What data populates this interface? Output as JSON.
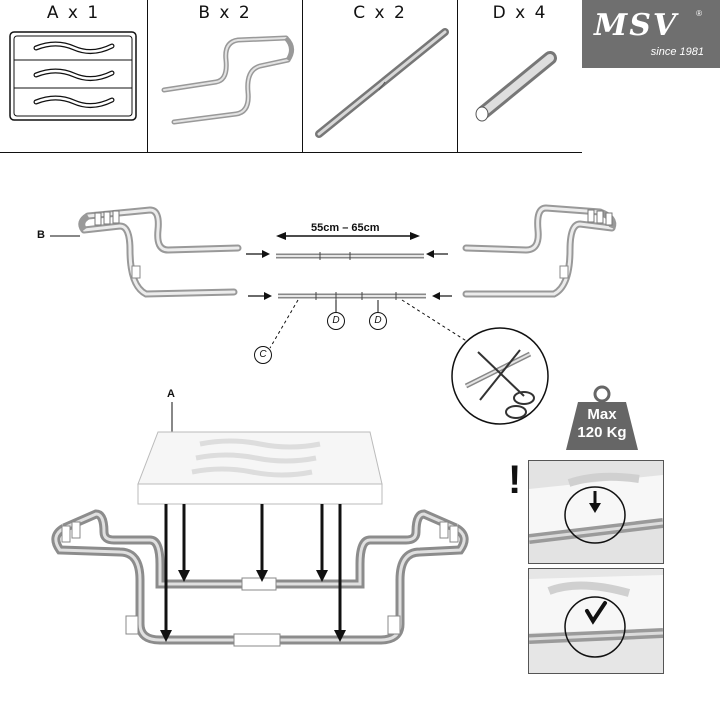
{
  "parts": [
    {
      "label": "A x 1",
      "part": "seat"
    },
    {
      "label": "B x 2",
      "part": "bent-frame"
    },
    {
      "label": "C x 2",
      "part": "long-tube"
    },
    {
      "label": "D x 4",
      "part": "connector-tube"
    }
  ],
  "logo": {
    "brand": "MSV",
    "registered": "®",
    "tagline": "since 1981"
  },
  "assembly": {
    "length_range": "55cm – 65cm",
    "label_b": "B",
    "label_c": "C",
    "label_d": "D",
    "label_a": "A"
  },
  "weight": {
    "line1": "Max",
    "line2": "120 Kg"
  },
  "warning": {
    "symbol": "!"
  },
  "colors": {
    "logo_bg": "#6f6f6f",
    "metal": "#b9bcbf",
    "line": "#111111"
  }
}
